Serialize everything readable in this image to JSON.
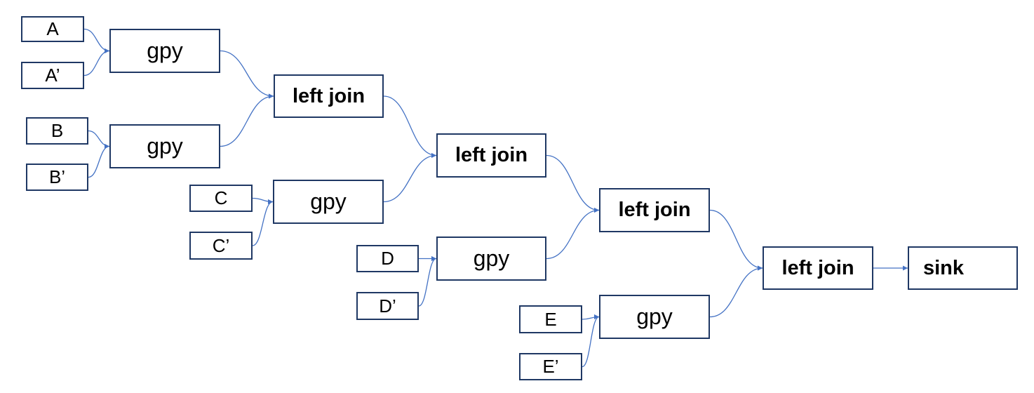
{
  "nodes": {
    "A": "A",
    "A2": "A’",
    "B": "B",
    "B2": "B’",
    "C": "C",
    "C2": "C’",
    "D": "D",
    "D2": "D’",
    "E": "E",
    "E2": "E’",
    "gpy1": "gpy",
    "gpy2": "gpy",
    "gpy3": "gpy",
    "gpy4": "gpy",
    "gpy5": "gpy",
    "join1": "left join",
    "join2": "left join",
    "join3": "left join",
    "join4": "left join",
    "sink": "sink"
  },
  "edges": [
    [
      "A",
      "gpy1"
    ],
    [
      "A2",
      "gpy1"
    ],
    [
      "B",
      "gpy2"
    ],
    [
      "B2",
      "gpy2"
    ],
    [
      "C",
      "gpy3"
    ],
    [
      "C2",
      "gpy3"
    ],
    [
      "D",
      "gpy4"
    ],
    [
      "D2",
      "gpy4"
    ],
    [
      "E",
      "gpy5"
    ],
    [
      "E2",
      "gpy5"
    ],
    [
      "gpy1",
      "join1"
    ],
    [
      "gpy2",
      "join1"
    ],
    [
      "join1",
      "join2"
    ],
    [
      "gpy3",
      "join2"
    ],
    [
      "join2",
      "join3"
    ],
    [
      "gpy4",
      "join3"
    ],
    [
      "join3",
      "join4"
    ],
    [
      "gpy5",
      "join4"
    ],
    [
      "join4",
      "sink"
    ]
  ],
  "colors": {
    "border": "#1f3864",
    "edge": "#4472c4"
  }
}
